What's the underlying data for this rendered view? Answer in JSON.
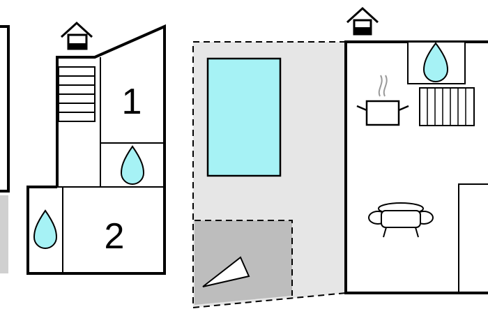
{
  "floorplan": {
    "rooms": [
      {
        "id": "bedroom-1",
        "label": "1"
      },
      {
        "id": "bedroom-2",
        "label": "2"
      }
    ],
    "colors": {
      "wall": "#000000",
      "water": "#a6f2f5",
      "pool": "#a6f2f5",
      "terrace": "#e6e6e6",
      "covered_area": "#bdbdbd",
      "background": "#ffffff"
    },
    "icons": [
      "entrance-house-icon",
      "water-drop-icon",
      "stairs-icon",
      "pool",
      "sun-lounger-icon",
      "stove-pot-icon",
      "radiator-icon",
      "sofa-icon"
    ]
  }
}
